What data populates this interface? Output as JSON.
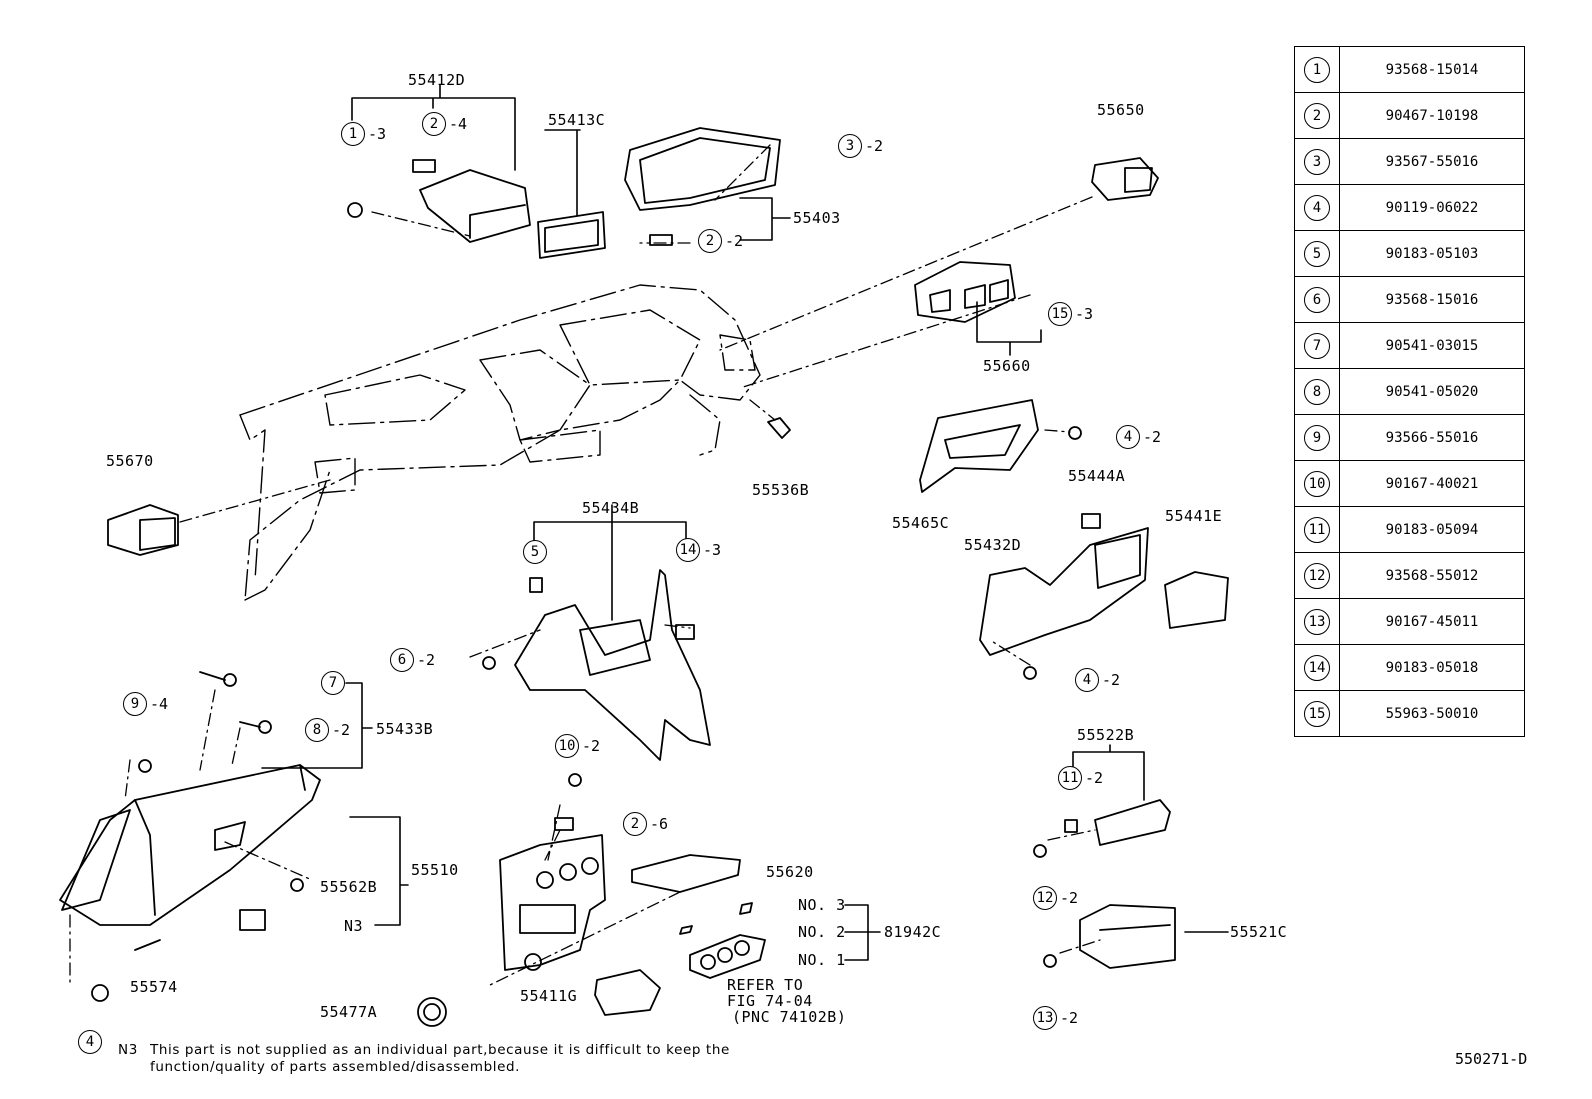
{
  "parts": {
    "p55412D": "55412D",
    "p55413C": "55413C",
    "p55403": "55403",
    "p55650": "55650",
    "p55660": "55660",
    "p55670": "55670",
    "p55536B": "55536B",
    "p55465C": "55465C",
    "p55444A": "55444A",
    "p55441E": "55441E",
    "p55432D": "55432D",
    "p55434B": "55434B",
    "p55433B": "55433B",
    "p55510": "55510",
    "p55562B": "55562B",
    "n3": "N3",
    "p55574": "55574",
    "p55411G": "55411G",
    "p55477A": "55477A",
    "p55620": "55620",
    "p81942C": "81942C",
    "no3": "NO. 3",
    "no2": "NO. 2",
    "no1": "NO. 1",
    "refer1": "REFER TO",
    "refer2": "FIG 74-04",
    "refer3": "(PNC 74102B)",
    "p55522B": "55522B",
    "p55521C": "55521C"
  },
  "callouts": {
    "c1": {
      "num": "1",
      "qty": "-3"
    },
    "c2a": {
      "num": "2",
      "qty": "-4"
    },
    "c3": {
      "num": "3",
      "qty": "-2"
    },
    "c2b": {
      "num": "2",
      "qty": "-2"
    },
    "c15": {
      "num": "15",
      "qty": "-3"
    },
    "c4a": {
      "num": "4",
      "qty": "-2"
    },
    "c5": {
      "num": "5",
      "qty": ""
    },
    "c14": {
      "num": "14",
      "qty": "-3"
    },
    "c6": {
      "num": "6",
      "qty": "-2"
    },
    "c4b": {
      "num": "4",
      "qty": "-2"
    },
    "c7": {
      "num": "7",
      "qty": ""
    },
    "c9": {
      "num": "9",
      "qty": "-4"
    },
    "c8": {
      "num": "8",
      "qty": "-2"
    },
    "c10": {
      "num": "10",
      "qty": "-2"
    },
    "c2c": {
      "num": "2",
      "qty": "-6"
    },
    "c11": {
      "num": "11",
      "qty": "-2"
    },
    "c12": {
      "num": "12",
      "qty": "-2"
    },
    "c13": {
      "num": "13",
      "qty": "-2"
    },
    "c4c": {
      "num": "4",
      "qty": ""
    }
  },
  "table": [
    {
      "num": "1",
      "part": "93568-15014"
    },
    {
      "num": "2",
      "part": "90467-10198"
    },
    {
      "num": "3",
      "part": "93567-55016"
    },
    {
      "num": "4",
      "part": "90119-06022"
    },
    {
      "num": "5",
      "part": "90183-05103"
    },
    {
      "num": "6",
      "part": "93568-15016"
    },
    {
      "num": "7",
      "part": "90541-03015"
    },
    {
      "num": "8",
      "part": "90541-05020"
    },
    {
      "num": "9",
      "part": "93566-55016"
    },
    {
      "num": "10",
      "part": "90167-40021"
    },
    {
      "num": "11",
      "part": "90183-05094"
    },
    {
      "num": "12",
      "part": "93568-55012"
    },
    {
      "num": "13",
      "part": "90167-45011"
    },
    {
      "num": "14",
      "part": "90183-05018"
    },
    {
      "num": "15",
      "part": "55963-50010"
    }
  ],
  "note": {
    "mark": "N3",
    "line1": "This part is not supplied as an individual part,because it is difficult to keep the",
    "line2": "function/quality of parts assembled/disassembled."
  },
  "drawing_number": "550271-D"
}
